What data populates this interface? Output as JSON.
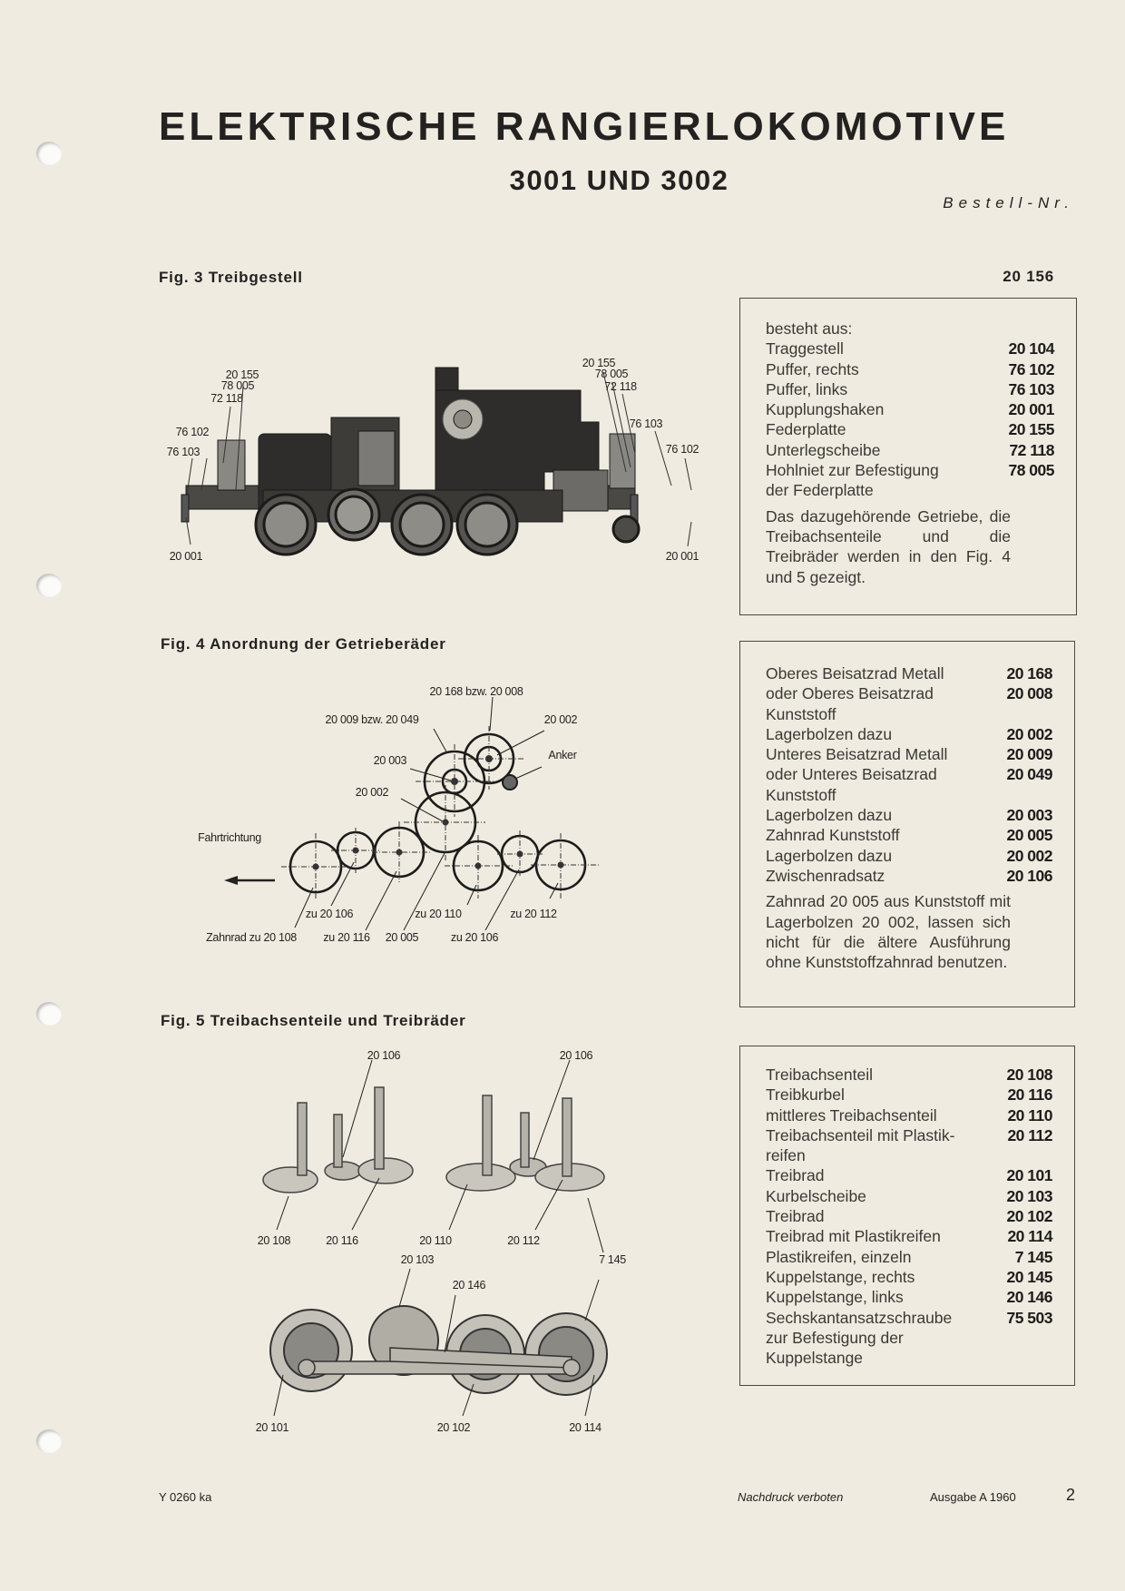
{
  "header": {
    "title": "ELEKTRISCHE RANGIERLOKOMOTIVE",
    "subtitle": "3001 UND 3002",
    "order_no_label": "Bestell-Nr."
  },
  "fig3": {
    "heading": "Fig. 3  Treibgestell",
    "order_no": "20 156",
    "labels": [
      "20 155",
      "78 005",
      "72 118",
      "76 102",
      "76 103",
      "20 001",
      "20 155",
      "78 005",
      "72 118",
      "76 103",
      "76 102",
      "20 001"
    ],
    "box": {
      "intro": "besteht aus:",
      "rows": [
        {
          "name": "Traggestell",
          "no": "20 104"
        },
        {
          "name": "Puffer, rechts",
          "no": "76 102"
        },
        {
          "name": "Puffer, links",
          "no": "76 103"
        },
        {
          "name": "Kupplungshaken",
          "no": "20 001"
        },
        {
          "name": "Federplatte",
          "no": "20 155"
        },
        {
          "name": "Unterlegscheibe",
          "no": "72 118"
        },
        {
          "name": "Hohlniet zur Befestigung",
          "no": "78 005"
        },
        {
          "name": "der Federplatte",
          "no": ""
        }
      ],
      "note": "Das dazugehörende Getriebe, die Treibachsenteile und die Treibräder werden in den Fig. 4 und 5 gezeigt."
    }
  },
  "fig4": {
    "heading": "Fig. 4  Anordnung der Getrieberäder",
    "labels": [
      "20 168 bzw. 20 008",
      "20 009 bzw. 20 049",
      "20 002",
      "Anker",
      "20 003",
      "20 002",
      "Fahrtrichtung",
      "zu 20 106",
      "zu 20 110",
      "zu 20 112",
      "Zahnrad zu 20 108",
      "zu 20 116",
      "20 005",
      "zu 20 106"
    ],
    "box": {
      "rows": [
        {
          "name": "Oberes Beisatzrad Metall",
          "no": "20 168"
        },
        {
          "name": "oder Oberes Beisatzrad",
          "no": "20 008"
        },
        {
          "name": "Kunststoff",
          "no": ""
        },
        {
          "name": "Lagerbolzen dazu",
          "no": "20 002"
        },
        {
          "name": "Unteres Beisatzrad Metall",
          "no": "20 009"
        },
        {
          "name": "oder Unteres Beisatzrad",
          "no": "20 049"
        },
        {
          "name": "Kunststoff",
          "no": ""
        },
        {
          "name": "Lagerbolzen dazu",
          "no": "20 003"
        },
        {
          "name": "Zahnrad Kunststoff",
          "no": "20 005"
        },
        {
          "name": "Lagerbolzen dazu",
          "no": "20 002"
        },
        {
          "name": "Zwischenradsatz",
          "no": "20 106"
        }
      ],
      "note": "Zahnrad 20 005 aus Kunststoff mit Lagerbolzen 20 002, lassen sich nicht für die ältere Ausführung ohne Kunststoffzahnrad benutzen."
    }
  },
  "fig5": {
    "heading": "Fig. 5  Treibachsenteile und Treibräder",
    "labels": [
      "20 106",
      "20 106",
      "20 108",
      "20 116",
      "20 110",
      "20 112",
      "20 103",
      "7 145",
      "20 146",
      "20 101",
      "20 102",
      "20 114"
    ],
    "box": {
      "rows": [
        {
          "name": "Treibachsenteil",
          "no": "20 108"
        },
        {
          "name": "Treibkurbel",
          "no": "20 116"
        },
        {
          "name": "mittleres Treibachsenteil",
          "no": "20 110"
        },
        {
          "name": "Treibachsenteil mit Plastik-",
          "no": "20 112"
        },
        {
          "name": "reifen",
          "no": ""
        },
        {
          "name": "Treibrad",
          "no": "20 101"
        },
        {
          "name": "Kurbelscheibe",
          "no": "20 103"
        },
        {
          "name": "Treibrad",
          "no": "20 102"
        },
        {
          "name": "Treibrad mit Plastikreifen",
          "no": "20 114"
        },
        {
          "name": "Plastikreifen, einzeln",
          "no": "7 145"
        },
        {
          "name": "Kuppelstange, rechts",
          "no": "20 145"
        },
        {
          "name": "Kuppelstange, links",
          "no": "20 146"
        },
        {
          "name": "Sechskantansatzschraube",
          "no": "75 503"
        },
        {
          "name": "zur Befestigung der",
          "no": ""
        },
        {
          "name": "Kuppelstange",
          "no": ""
        }
      ]
    }
  },
  "footer": {
    "code": "Y 0260 ka",
    "notice": "Nachdruck verboten",
    "edition": "Ausgabe A 1960",
    "page": "2"
  }
}
